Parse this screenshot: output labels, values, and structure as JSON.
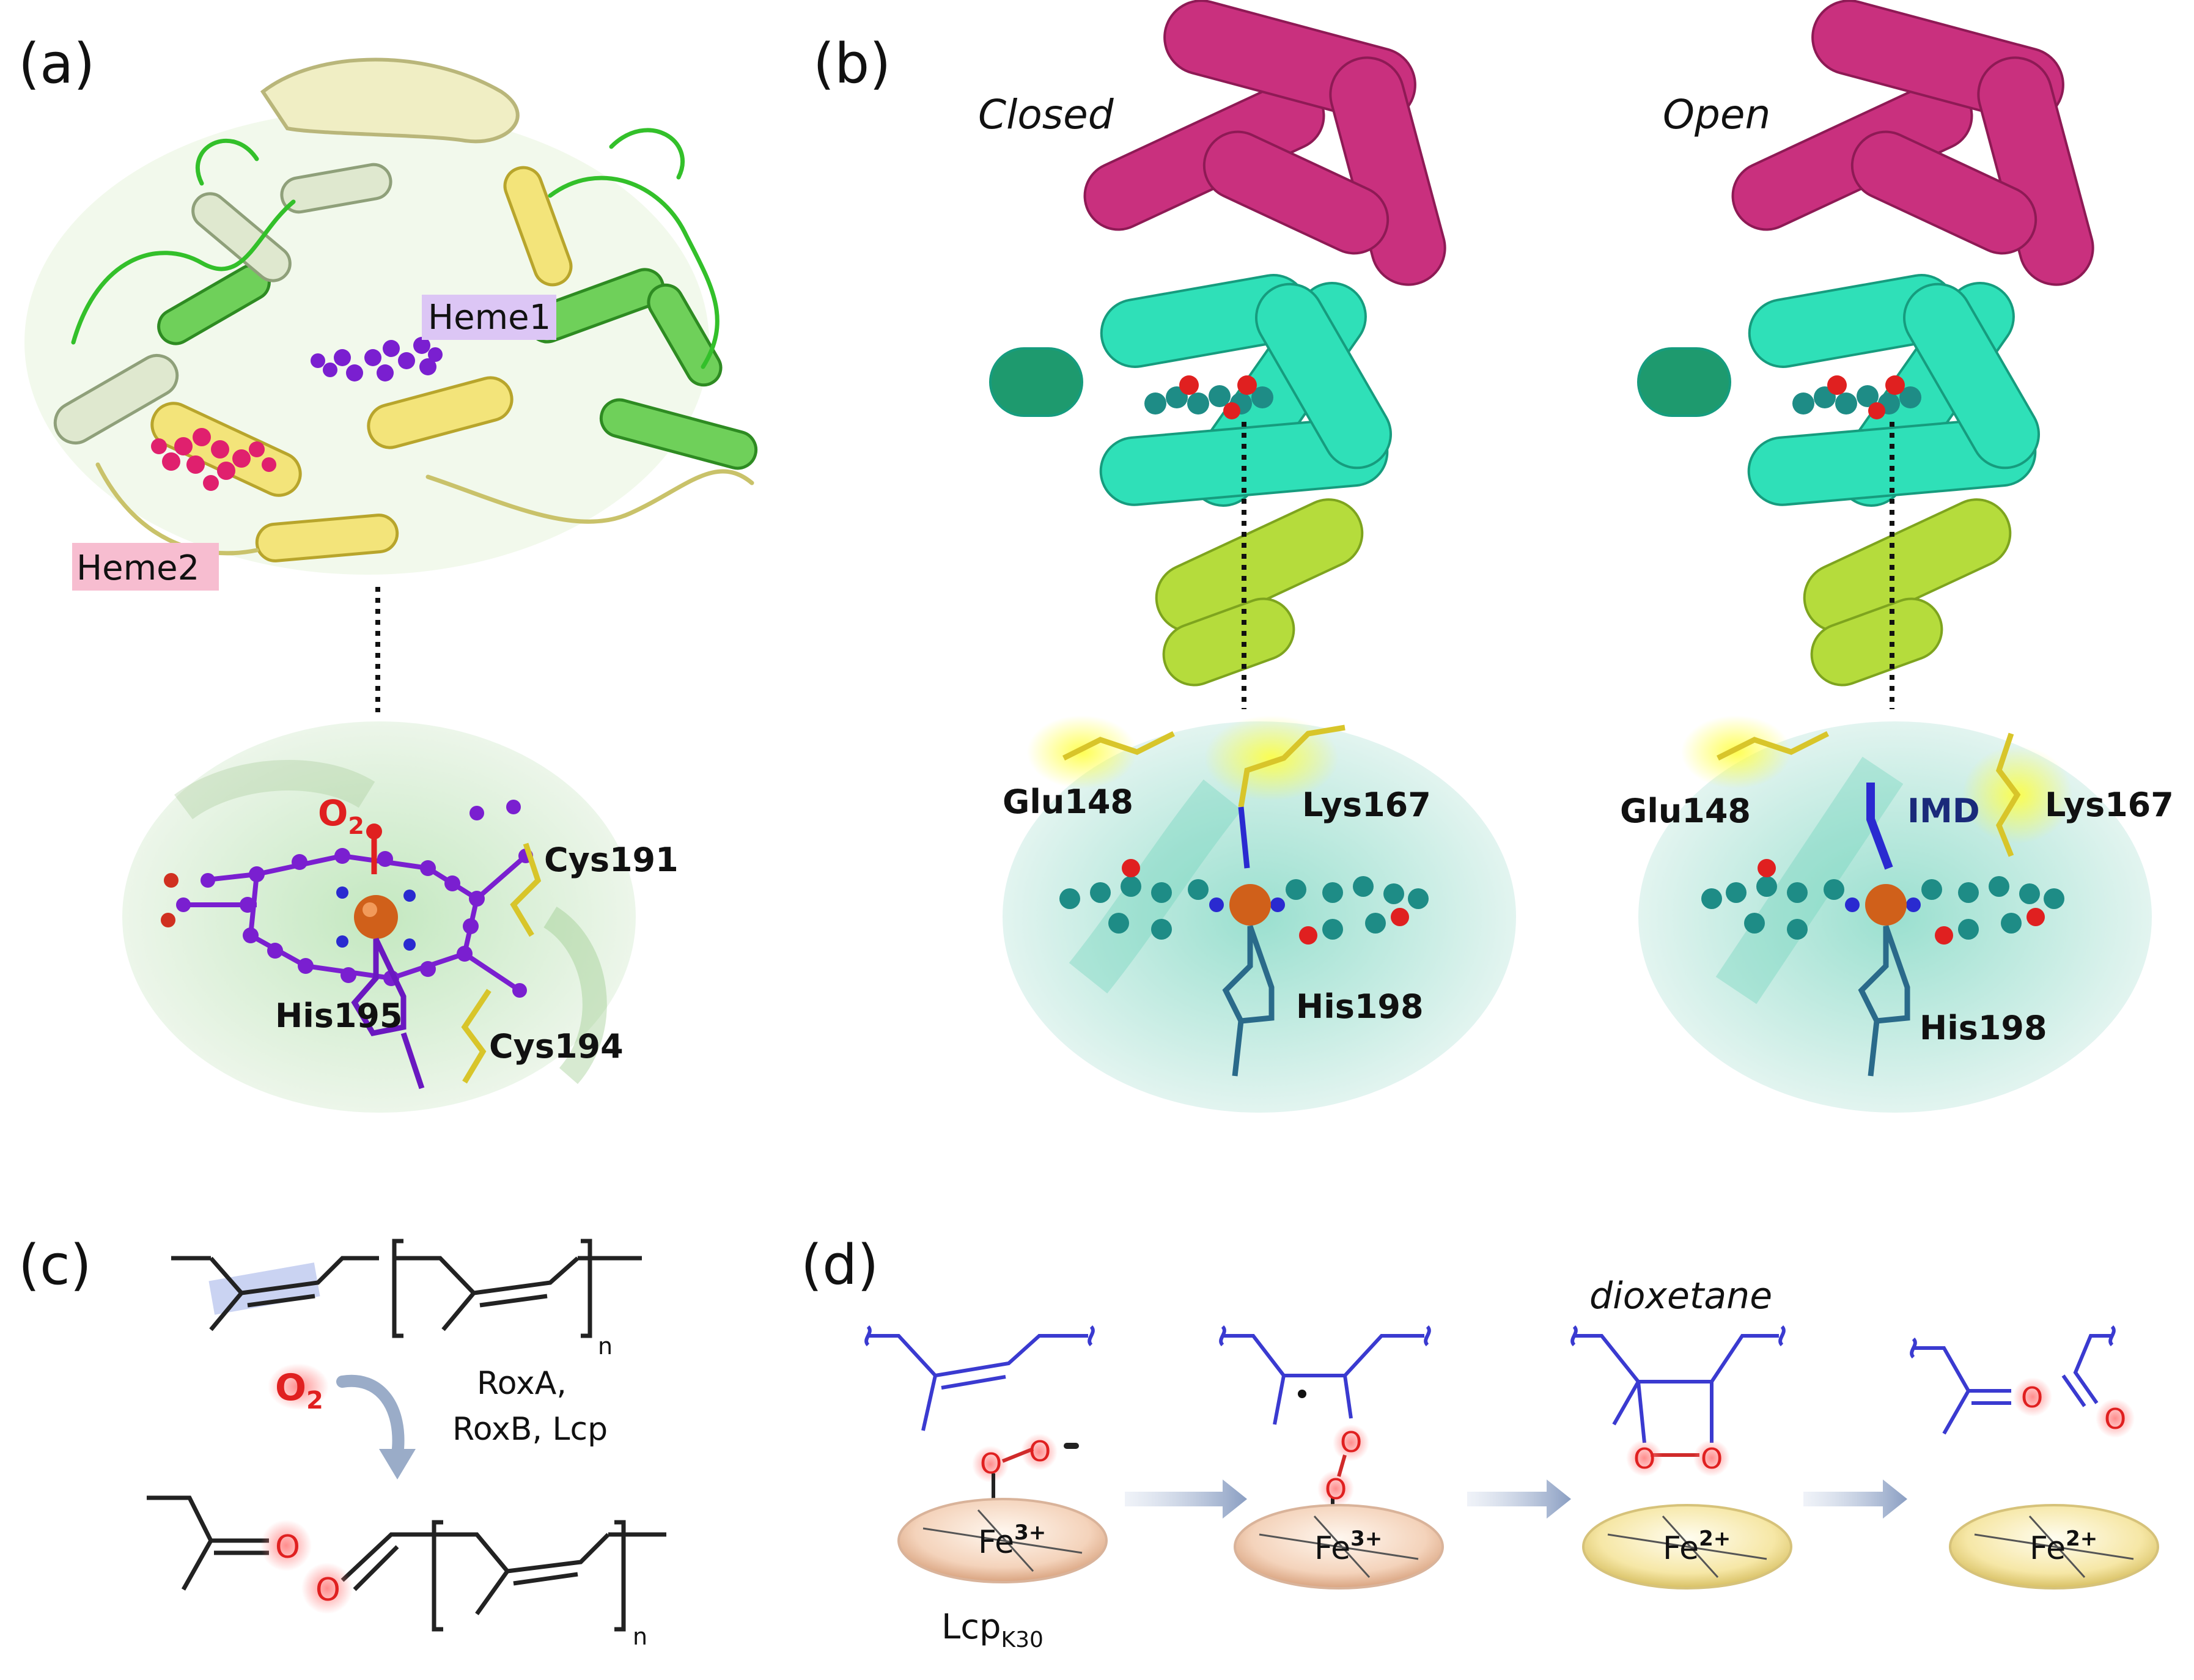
{
  "panels": {
    "a": {
      "label": "(a)",
      "heme1_label": "Heme1",
      "heme2_label": "Heme2",
      "o2_label_main": "O",
      "o2_label_sub": "2",
      "residues": [
        "Cys191",
        "His195",
        "Cys194"
      ]
    },
    "b": {
      "label": "(b)",
      "closed_label": "Closed",
      "open_label": "Open",
      "closed_residues": [
        "Glu148",
        "Lys167",
        "His198"
      ],
      "open_residues": [
        "Glu148",
        "IMD",
        "Lys167",
        "His198"
      ]
    },
    "c": {
      "label": "(c)",
      "n_subscript_top": "n",
      "n_subscript_bottom": "n",
      "o2_main": "O",
      "o2_sub": "2",
      "enzymes_line1": "RoxA,",
      "enzymes_line2": "RoxB, Lcp",
      "oxygen_atom": "O"
    },
    "d": {
      "label": "(d)",
      "dioxetane_label": "dioxetane",
      "fe_states": [
        {
          "main": "Fe",
          "charge": "3+"
        },
        {
          "main": "Fe",
          "charge": "3+"
        },
        {
          "main": "Fe",
          "charge": "2+"
        },
        {
          "main": "Fe",
          "charge": "2+"
        }
      ],
      "lcp_main": "Lcp",
      "lcp_sub": "K30",
      "oxygen_atom": "O"
    }
  },
  "colors": {
    "heme1_purple": "#7a1fd0",
    "heme2_magenta": "#e0206e",
    "closed_open_helix_cyan": "#2fe0b8",
    "top_helix_magenta": "#c9307e",
    "lower_helix_lime": "#b5dc3c",
    "oxygen_red": "#e02020",
    "iron_orange": "#d0601a",
    "scheme_blue": "#3a3ad0",
    "heme_teal": "#1e8c86"
  }
}
